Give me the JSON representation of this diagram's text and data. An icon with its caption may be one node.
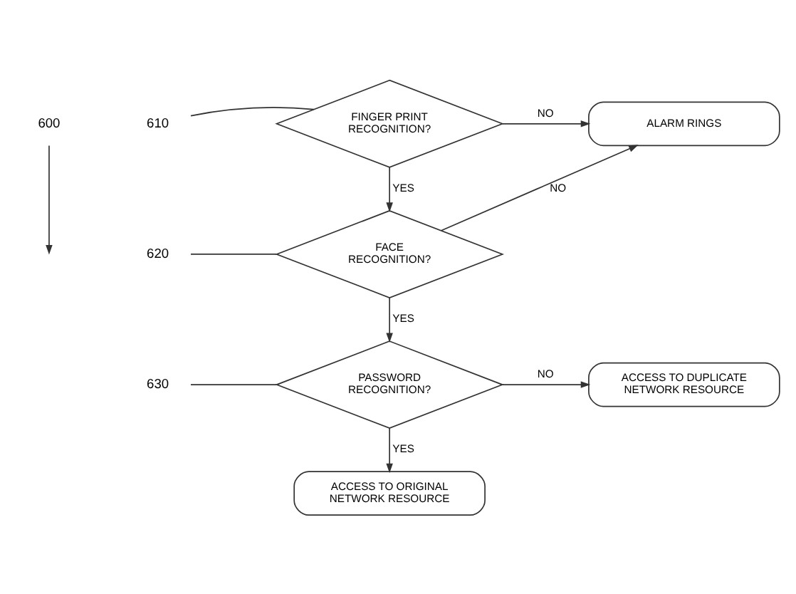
{
  "diagram": {
    "nodes": [
      {
        "text": [
          "600"
        ]
      },
      {
        "text": [
          "610"
        ]
      },
      {
        "text": [
          "FINGER PRINT RECOGNITION?"
        ]
      },
      {
        "text": [
          "ALARM RINGS"
        ]
      },
      {
        "text": [
          "620"
        ]
      },
      {
        "text": [
          "FACE RECOGNITION?"
        ]
      },
      {
        "text": [
          "630"
        ]
      },
      {
        "text": [
          "PASSWORD RECOGNITION?"
        ]
      },
      {
        "text": [
          "ACCESS TO DUPLICATE NETWORK RESOURCE"
        ]
      },
      {
        "text": [
          "ACCESS TO ORIGINAL NETWORK RESOURCE"
        ]
      }
    ],
    "edges": [
      {
        "from": 0,
        "to": null,
        "arrow": "to"
      },
      {
        "from": 1,
        "to": 2,
        "arrow": "none"
      },
      {
        "from": 2,
        "to": 3,
        "label": "NO",
        "arrow": "to"
      },
      {
        "from": 2,
        "to": 5,
        "label": "YES",
        "arrow": "to"
      },
      {
        "from": 4,
        "to": 5,
        "arrow": "none"
      },
      {
        "from": 5,
        "to": 3,
        "label": "NO",
        "arrow": "to"
      },
      {
        "from": 5,
        "to": 7,
        "label": "YES",
        "arrow": "to"
      },
      {
        "from": 6,
        "to": 7,
        "arrow": "none"
      },
      {
        "from": 7,
        "to": 8,
        "label": "NO",
        "arrow": "to"
      },
      {
        "from": 7,
        "to": 9,
        "label": "YES",
        "arrow": "to"
      }
    ]
  }
}
